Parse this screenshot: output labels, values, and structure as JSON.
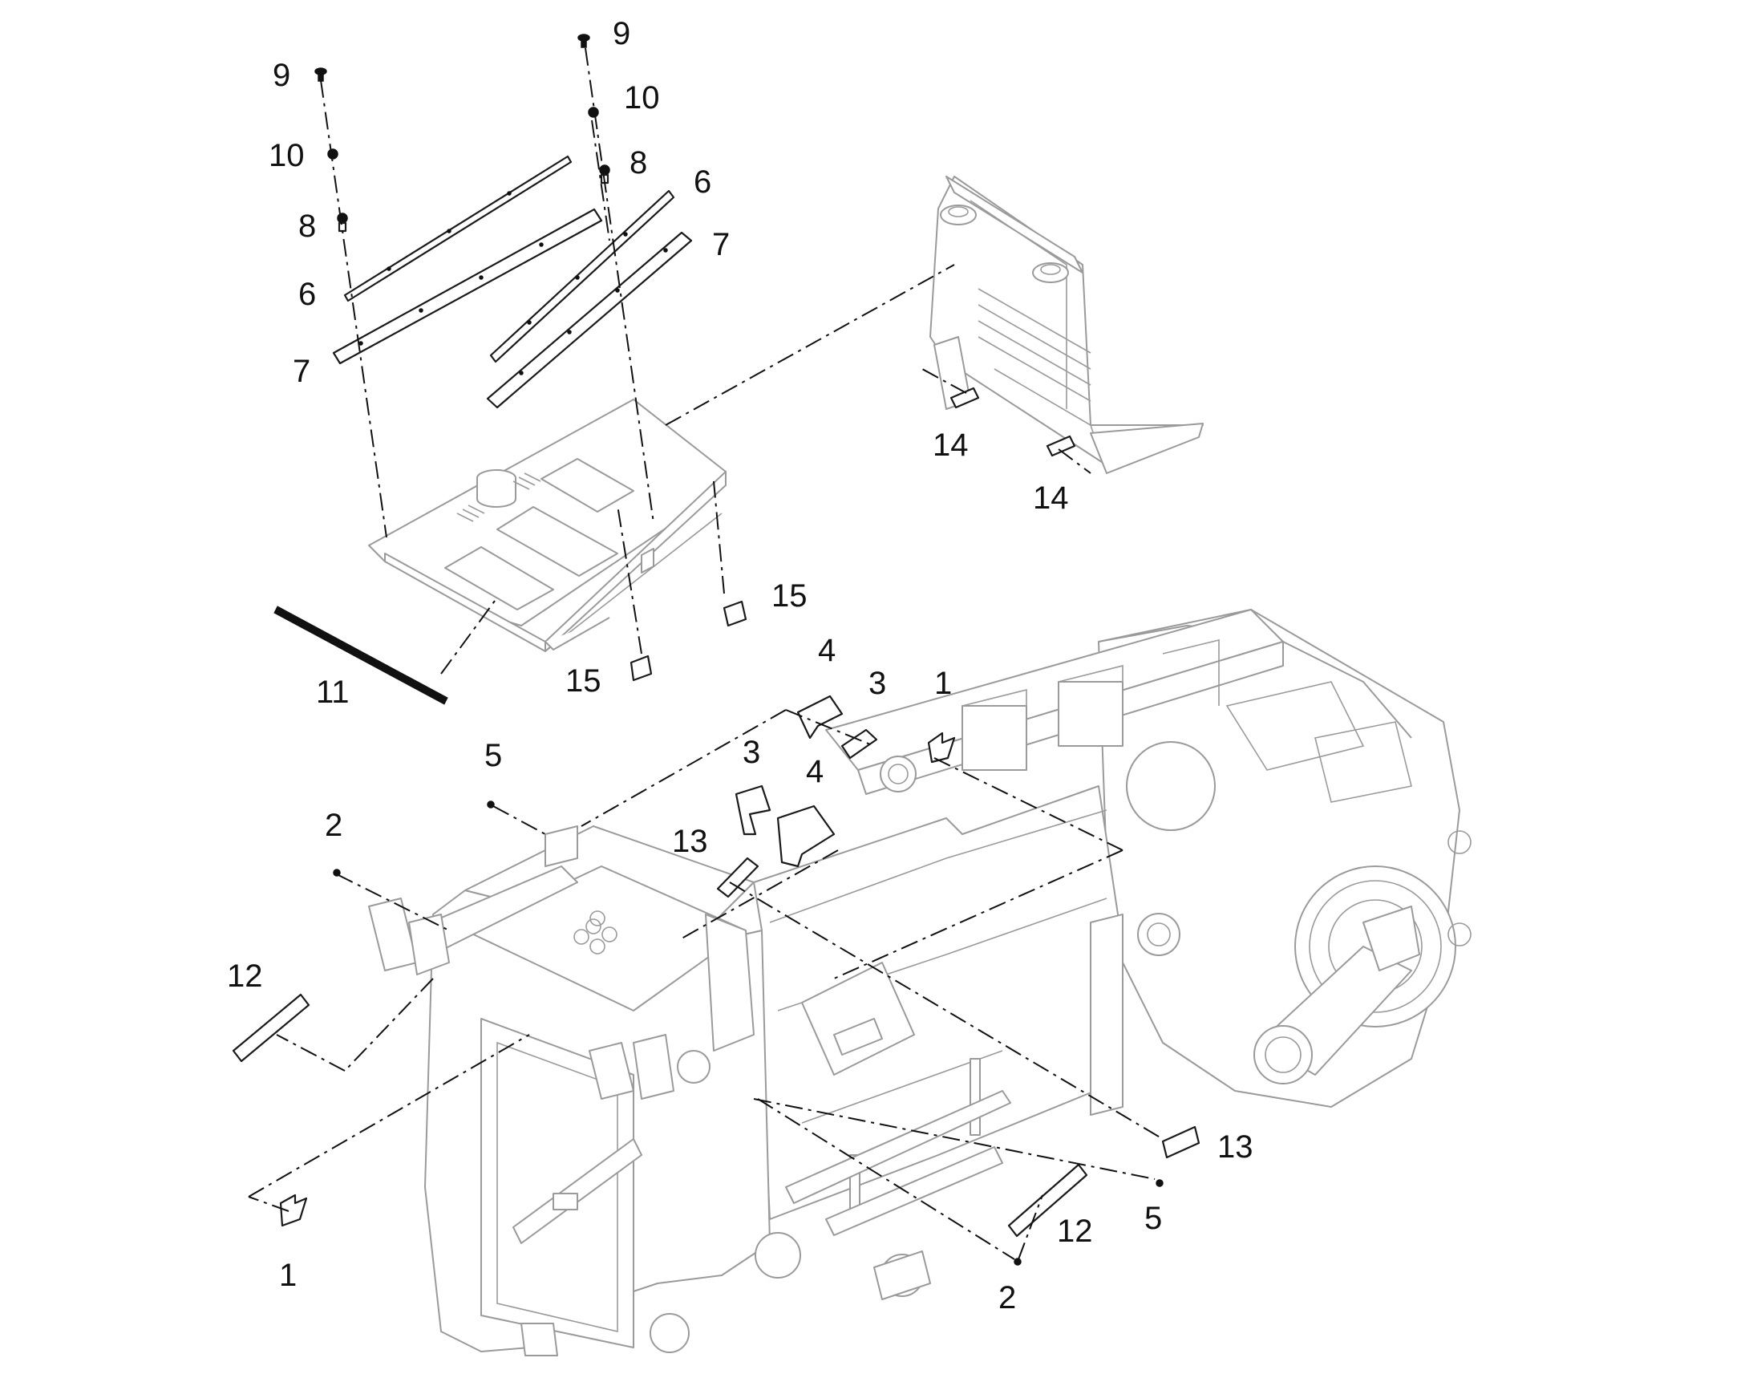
{
  "diagram": {
    "callouts": [
      {
        "id": "c-9a",
        "label": "9"
      },
      {
        "id": "c-9b",
        "label": "9"
      },
      {
        "id": "c-10a",
        "label": "10"
      },
      {
        "id": "c-10b",
        "label": "10"
      },
      {
        "id": "c-8a",
        "label": "8"
      },
      {
        "id": "c-8b",
        "label": "8"
      },
      {
        "id": "c-6a",
        "label": "6"
      },
      {
        "id": "c-6b",
        "label": "6"
      },
      {
        "id": "c-7a",
        "label": "7"
      },
      {
        "id": "c-7b",
        "label": "7"
      },
      {
        "id": "c-14a",
        "label": "14"
      },
      {
        "id": "c-14b",
        "label": "14"
      },
      {
        "id": "c-15a",
        "label": "15"
      },
      {
        "id": "c-15b",
        "label": "15"
      },
      {
        "id": "c-11",
        "label": "11"
      },
      {
        "id": "c-4a",
        "label": "4"
      },
      {
        "id": "c-4b",
        "label": "4"
      },
      {
        "id": "c-3a",
        "label": "3"
      },
      {
        "id": "c-3b",
        "label": "3"
      },
      {
        "id": "c-1a",
        "label": "1"
      },
      {
        "id": "c-1b",
        "label": "1"
      },
      {
        "id": "c-5a",
        "label": "5"
      },
      {
        "id": "c-5b",
        "label": "5"
      },
      {
        "id": "c-2a",
        "label": "2"
      },
      {
        "id": "c-2b",
        "label": "2"
      },
      {
        "id": "c-13a",
        "label": "13"
      },
      {
        "id": "c-13b",
        "label": "13"
      },
      {
        "id": "c-12a",
        "label": "12"
      },
      {
        "id": "c-12b",
        "label": "12"
      }
    ]
  }
}
